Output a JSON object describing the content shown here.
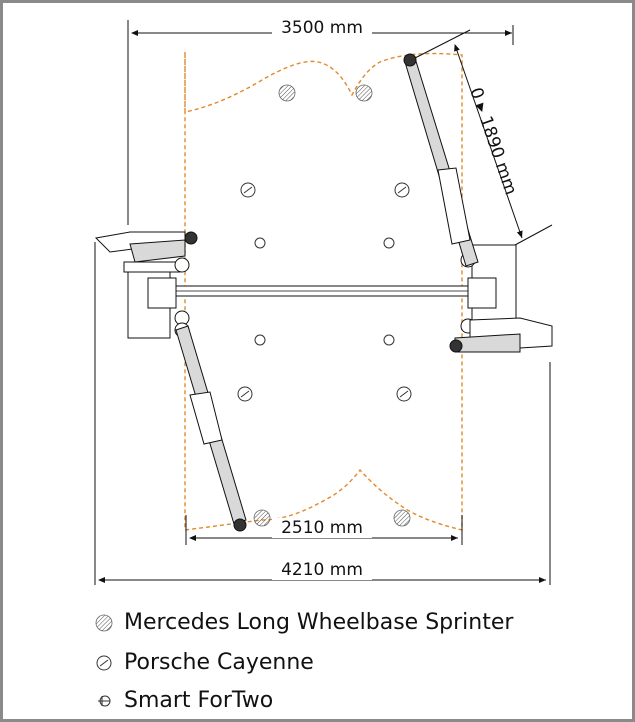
{
  "dimensions": {
    "top_width": "3500 mm",
    "arm_range": "0 ▸ 1890 mm",
    "inner_width": "2510 mm",
    "overall_width": "4210 mm"
  },
  "legend": {
    "items": [
      {
        "label": "Mercedes Long Wheelbase Sprinter",
        "icon": "mercedes-sprinter-pad-icon"
      },
      {
        "label": "Porsche Cayenne",
        "icon": "porsche-cayenne-pad-icon"
      },
      {
        "label": "Smart ForTwo",
        "icon": "smart-fortwo-pad-icon"
      }
    ]
  },
  "colors": {
    "frame_border": "#8a8a8a",
    "vehicle_outline": "#e08a2c",
    "line": "#1a1a1a",
    "arm_fill": "#d9d9d9"
  }
}
